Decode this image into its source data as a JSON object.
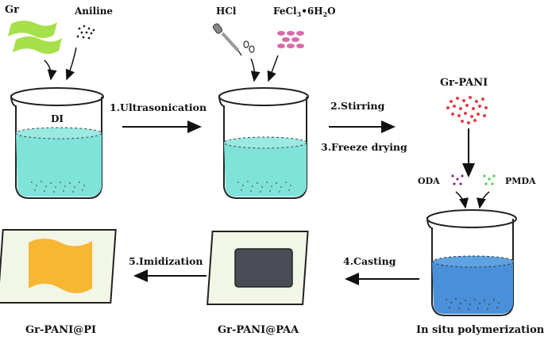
{
  "labels": {
    "gr": "Gr",
    "aniline": "Aniline",
    "hcl": "HCl",
    "fecl3_main": "FeCl",
    "fecl3_sub3": "3",
    "fecl3_dot": "•6",
    "fecl3_h": "H",
    "fecl3_sub2": "2",
    "fecl3_o": "O",
    "di": "DI",
    "gr_pani": "Gr-PANI",
    "oda": "ODA",
    "pmda": "PMDA",
    "in_situ": "In situ polymerization",
    "gr_pani_paa": "Gr-PANI@PAA",
    "gr_pani_pi": "Gr-PANI@PI"
  },
  "steps": {
    "step1": "1.Ultrasonication",
    "step2": "2.Stirring",
    "step3": "3.Freeze drying",
    "step4": "4.Casting",
    "step5": "5.Imidization"
  },
  "colors": {
    "graphene": "#a6e04a",
    "solution_teal": "#7fe3d9",
    "solution_blue": "#4a90d9",
    "fecl3_pink": "#d96aa8",
    "pani_red": "#e0404a",
    "oda_purple": "#8a2a7a",
    "pmda_green": "#4ad24a",
    "film_dark": "#4a4d55",
    "film_orange": "#f7b733",
    "frame_fill": "#f2f6e6"
  }
}
